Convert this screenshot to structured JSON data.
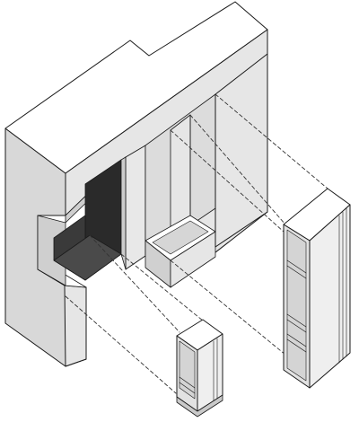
{
  "colors": {
    "background": "#ffffff",
    "outline": "#1a1a1a",
    "top_face": "#ffffff",
    "left_face": "#d8d8d8",
    "front_face": "#e6e6e6",
    "inner_face": "#cfcfcf",
    "dark_recess": "#3a3a3a",
    "darker_recess": "#2a2a2a",
    "unit_light": "#efefef",
    "unit_mid": "#dcdcdc",
    "unit_dark": "#c9c9c9",
    "dashed_line": "#333333"
  },
  "diagram": {
    "type": "exploded-isometric-view",
    "components": [
      {
        "id": "wall-structure",
        "icon": "isometric-wall-block"
      },
      {
        "id": "tall-cabinet-unit",
        "icon": "tall-wardrobe-unit"
      },
      {
        "id": "small-cabinet-unit",
        "icon": "small-cabinet-unit"
      }
    ],
    "connectors": "dashed-projection-lines"
  }
}
